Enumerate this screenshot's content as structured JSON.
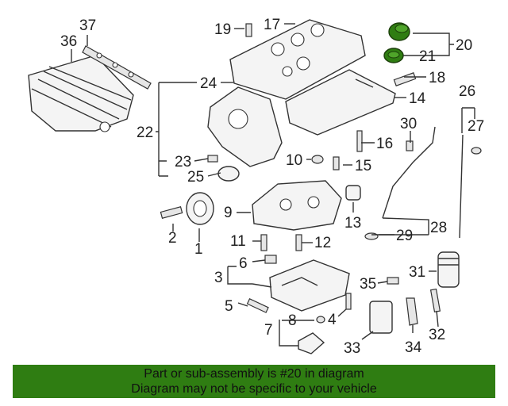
{
  "callouts": [
    "1",
    "2",
    "3",
    "4",
    "5",
    "6",
    "7",
    "8",
    "9",
    "10",
    "11",
    "12",
    "13",
    "14",
    "15",
    "16",
    "17",
    "18",
    "19",
    "20",
    "21",
    "22",
    "23",
    "24",
    "25",
    "26",
    "27",
    "28",
    "29",
    "30",
    "31",
    "32",
    "33",
    "34",
    "35",
    "36",
    "37"
  ],
  "highlight_color": "#2f7d12",
  "banner": {
    "line1": "Part or sub-assembly is #20 in diagram",
    "line2": "Diagram may not be specific to your vehicle"
  }
}
